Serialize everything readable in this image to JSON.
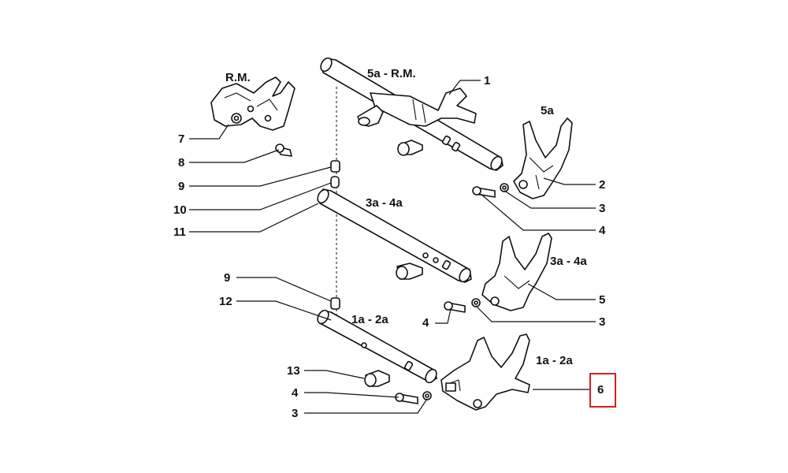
{
  "group_labels": {
    "rm_top": "R.M.",
    "g5a_rm": "5a - R.M.",
    "g5a": "5a",
    "g3a4a_rod": "3a - 4a",
    "g3a4a_fork": "3a - 4a",
    "g1a2a_rod": "1a - 2a",
    "g1a2a_fork": "1a - 2a"
  },
  "callouts": {
    "p1": "1",
    "p2": "2",
    "p3a": "3",
    "p3b": "3",
    "p3c": "3",
    "p4a": "4",
    "p4b": "4",
    "p4c": "4",
    "p5": "5",
    "p6": "6",
    "p7": "7",
    "p8": "8",
    "p9a": "9",
    "p9b": "9",
    "p10": "10",
    "p11": "11",
    "p12": "12",
    "p13": "13"
  },
  "colors": {
    "highlight_box": "#d32020",
    "ink": "#111111"
  }
}
